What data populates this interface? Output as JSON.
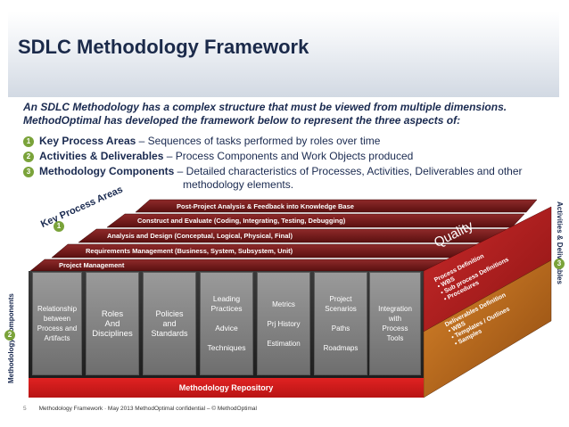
{
  "title": "SDLC Methodology Framework",
  "intro": {
    "line1": "An SDLC Methodology has a complex structure that must be viewed from multiple dimensions.",
    "line2": "MethodOptimal has developed the framework below to represent the three aspects of:"
  },
  "items": [
    {
      "num": "1",
      "head": "Key Process Areas",
      "text": " – Sequences of tasks performed by roles over time"
    },
    {
      "num": "2",
      "head": "Activities & Deliverables",
      "text": " – Process Components and Work Objects produced"
    },
    {
      "num": "3",
      "head": "Methodology Components",
      "text": " – Detailed characteristics of Processes, Activities, Deliverables and other",
      "text2": "methodology elements."
    }
  ],
  "layers": [
    "Post-Project Analysis & Feedback into Knowledge Base",
    "Construct and Evaluate (Coding, Integrating, Testing, Debugging)",
    "Analysis and Design (Conceptual, Logical, Physical, Final)",
    "Requirements Management (Business, System, Subsystem, Unit)",
    "Project Management"
  ],
  "key_process_areas_label": "Key Process Areas",
  "quality_label": "Quality",
  "side_label_1": "Process Definition",
  "side_items_1": [
    "WBS",
    "Sub process Definitions",
    "Procedures"
  ],
  "side_label_2": "Deliverables Definition",
  "side_items_2": [
    "WBS",
    "Templates / Outlines",
    "Samples"
  ],
  "pillars": [
    {
      "lines": [
        "Relationship",
        "between",
        "Process and",
        "Artifacts"
      ]
    },
    {
      "lines": [
        "Roles",
        "And",
        "Disciplines"
      ]
    },
    {
      "lines": [
        "Policies",
        "and",
        "Standards"
      ]
    },
    {
      "lines": [
        "Leading",
        "Practices",
        "",
        "Advice",
        "",
        "Techniques"
      ]
    },
    {
      "lines": [
        "Metrics",
        "",
        "Prj History",
        "",
        "Estimation"
      ]
    },
    {
      "lines": [
        "Project",
        "Scenarios",
        "",
        "Paths",
        "",
        "Roadmaps"
      ]
    },
    {
      "lines": [
        "Integration",
        "with",
        "Process",
        "Tools"
      ]
    }
  ],
  "repository": "Methodology Repository",
  "left_axis_label": "Methodology Components",
  "right_axis_label": "Activities & Deliverables",
  "circle_numbers": {
    "kpa": "1",
    "left": "2",
    "right": "3"
  },
  "footer": {
    "page": "5",
    "text": "Methodology Framework · May 2013 MethodOptimal confidential – © MethodOptimal"
  },
  "colors": {
    "title": "#1b2a4a",
    "number_badge": "#7aa33a",
    "layer": "#7a1a1a",
    "repository": "#d01a1a",
    "quality_face": "#b42020",
    "deliverables_face": "#c06a18"
  }
}
